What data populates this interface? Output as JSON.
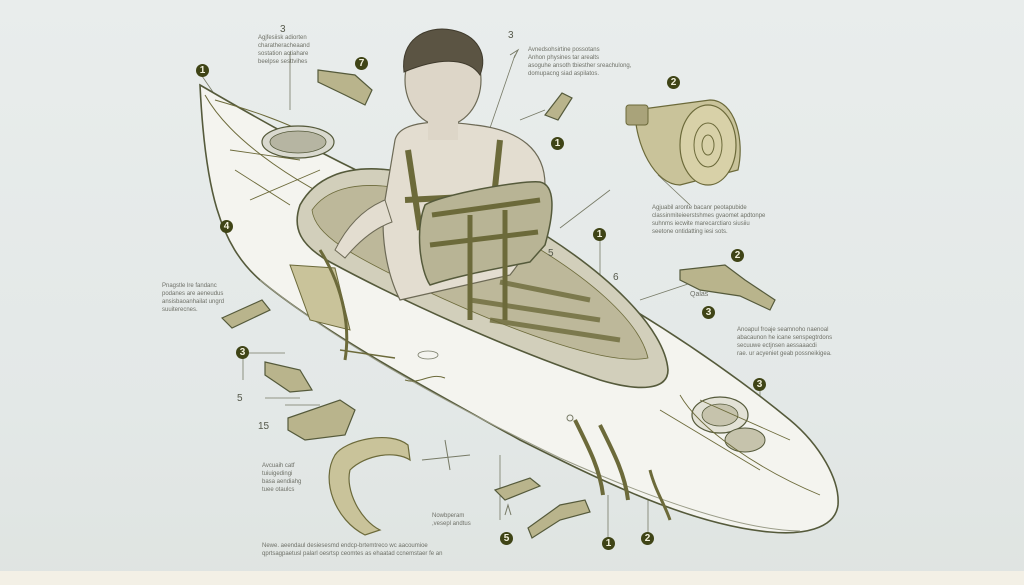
{
  "colors": {
    "background": "#e6eae9",
    "line": "#555a3b",
    "strap": "#c9c39a",
    "strap_dark": "#6c6a3a",
    "hull": "#f4f4ef",
    "badge": "#3f4416"
  },
  "callouts": {
    "c1": "1",
    "c2": "3",
    "c3": "7",
    "c4": "3",
    "c5": "1",
    "c6": "2",
    "c7": "4",
    "c8": "5",
    "c9": "1",
    "c10": "6",
    "c11": "2",
    "c12": "3",
    "c13": "3",
    "c14": "5",
    "c15": "15",
    "c16": "5",
    "c17": "1",
    "c18": "2",
    "c19": "3"
  },
  "notes": {
    "n_top_left": "Agjfesiisk adiorten\ncharatheracheaand\nsostation actiahare\nbeelpse sesttvihes",
    "n_top_center": "Avnedsohsirtine possotans\nAnhon physines tar arealts\nasoguhe ansoth tbiesther sreachulong,\ndomupacng siad aspilatos.",
    "n_right_mid": "Agjuabil aronte bacanr peotapubide\nclassinmiteieerstshmes gvaomet apdtonpe\nsuhnms iecwite marecarctiaro siusiiu\nseetone ontidatting iesi sots.",
    "n_left_mid": "Pnagstle lre fandanc\npodanes are aeneudus\nansisbaoanhailat ungrd\nsuuiterecnes.",
    "n_right_lower": "Anoapul froaje seamnoho naenoal\nabacaunon he icane senspegtrdons\nsecuuwe ectjnsen aessaaacdi\nrae. ur acyeniet geab possneikigea.",
    "n_left_bottom": "Avcuaih catf\ntuiuigedingi\nbasa aendiahg\ntuee otaulcs",
    "n_bottom_center": "Nowbperam\n,vesepl andtus",
    "n_bottom_wide": "Newe. aeendaul desiesesmd endcp-brtemtreco wc aacoumioe\nqprtsagpaetusl palarl oesrtsp ceomtes as ehaatad ccnemstaer fe an",
    "label_quick": "Qalas"
  }
}
